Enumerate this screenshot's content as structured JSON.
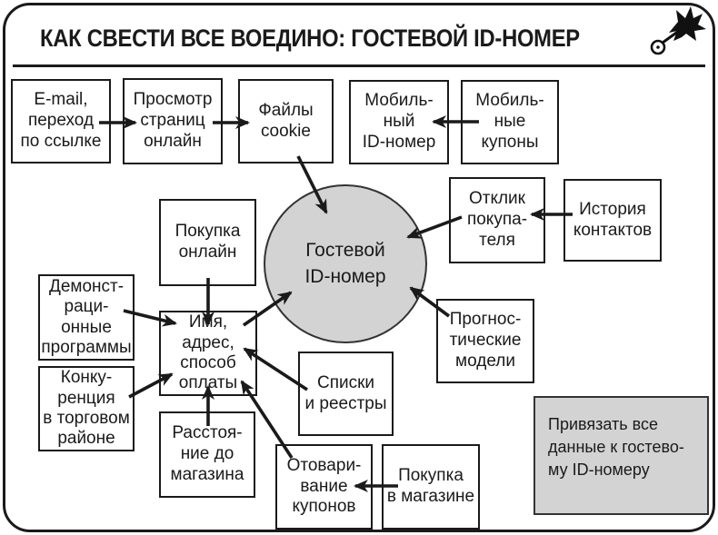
{
  "title": "КАК СВЕСТИ ВСЕ ВОЕДИНО: ГОСТЕВОЙ ID-НОМЕР",
  "colors": {
    "ink": "#1a1a1a",
    "node_fill": "#ffffff",
    "highlight_fill": "#d3d3d3",
    "page_bg": "#ffffff"
  },
  "center": {
    "label": "Гостевой\nID-номер"
  },
  "nodes": {
    "email": {
      "label": "E-mail,\nпереход\nпо ссылке"
    },
    "page_views": {
      "label": "Просмотр\nстраниц\nонлайн"
    },
    "cookies": {
      "label": "Файлы\ncookie"
    },
    "mobile_id": {
      "label": "Мобиль-\nный\nID-номер"
    },
    "mobile_coupons": {
      "label": "Мобиль-\nные\nкупоны"
    },
    "customer_response": {
      "label": "Отклик\nпокупа-\nтеля"
    },
    "contact_history": {
      "label": "История\nконтактов"
    },
    "online_purchase": {
      "label": "Покупка\nонлайн"
    },
    "demo_programs": {
      "label": "Демонст-\nраци-\nонные\nпрограммы"
    },
    "name_address": {
      "label": "Имя,\nадрес,\nспособ\nоплаты"
    },
    "competition": {
      "label": "Конку-\nренция\nв торговом\nрайоне"
    },
    "store_distance": {
      "label": "Расстоя-\nние до\nмагазина"
    },
    "lists_registers": {
      "label": "Списки\nи реестры"
    },
    "coupon_redemption": {
      "label": "Отовари-\nвание\nкупонов"
    },
    "store_purchase": {
      "label": "Покупка\nв магазине"
    },
    "predictive_models": {
      "label": "Прогнос-\nтические\nмодели"
    }
  },
  "note": {
    "label": "Привязать все\nданные к гостево-\nму ID-номеру"
  }
}
